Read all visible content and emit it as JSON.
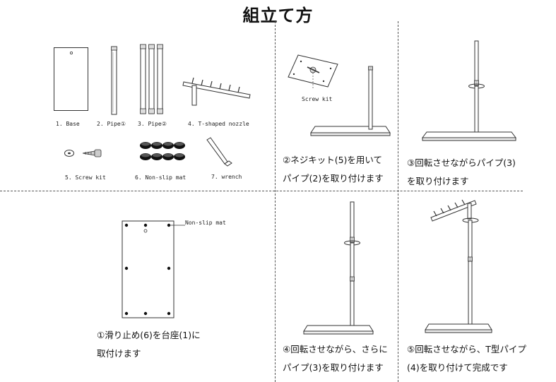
{
  "title": "組立て方",
  "parts": [
    {
      "label": "1. Base"
    },
    {
      "label": "2. Pipe①"
    },
    {
      "label": "3. Pipe②"
    },
    {
      "label": "4. T-shaped nozzle"
    },
    {
      "label": "5. Screw kit"
    },
    {
      "label": "6. Non-slip mat"
    },
    {
      "label": "7. wrench"
    }
  ],
  "steps": {
    "step1": {
      "line1": "①滑り止め(6)を台座(1)に",
      "line2": "取付けます",
      "callout": "Non-slip mat"
    },
    "step2": {
      "line1": "②ネジキット(5)を用いて",
      "line2": "パイプ(2)を取り付けます",
      "callout": "Screw kit"
    },
    "step3": {
      "line1": "③回転させながらパイプ(3)",
      "line2": "を取り付けます"
    },
    "step4": {
      "line1": "④回転させながら、さらに",
      "line2": "パイプ(3)を取り付けます"
    },
    "step5": {
      "line1": "⑤回転させながら、T型パイプ",
      "line2": "(4)を取り付けて完成です"
    }
  }
}
